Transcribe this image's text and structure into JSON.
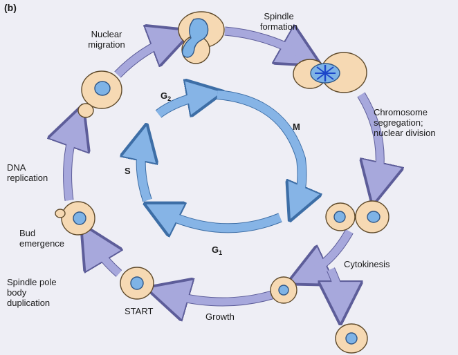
{
  "panel_label": "(b)",
  "outer_stages": {
    "nuclear_migration": [
      "Nuclear",
      "migration"
    ],
    "spindle_formation": [
      "Spindle",
      "formation"
    ],
    "chromosome_segregation": [
      "Chromosome",
      "segregation;",
      "nuclear division"
    ],
    "cytokinesis": "Cytokinesis",
    "growth": "Growth",
    "start": "START",
    "spindle_pole_body_duplication": [
      "Spindle pole",
      "body",
      "duplication"
    ],
    "bud_emergence": [
      "Bud",
      "emergence"
    ],
    "dna_replication": [
      "DNA",
      "replication"
    ]
  },
  "inner_phases": {
    "g2": {
      "letter": "G",
      "sub": "2"
    },
    "m": "M",
    "g1": {
      "letter": "G",
      "sub": "1"
    },
    "s": "S"
  },
  "colors": {
    "background": "#eeeef5",
    "outer_arrow": "#a7a8dc",
    "inner_arrow": "#86b4e6",
    "cell_fill": "#f6d9b3",
    "cell_stroke": "#5f4a2a",
    "nucleus_fill": "#7eb3e6",
    "nucleus_stroke": "#2f5686",
    "spindle": "#1c46c9"
  },
  "icons": {
    "outer_cycle": "clockwise-arrow-cycle",
    "inner_cycle": "clockwise-arrow-cycle",
    "cells": "yeast-cell-icons"
  }
}
